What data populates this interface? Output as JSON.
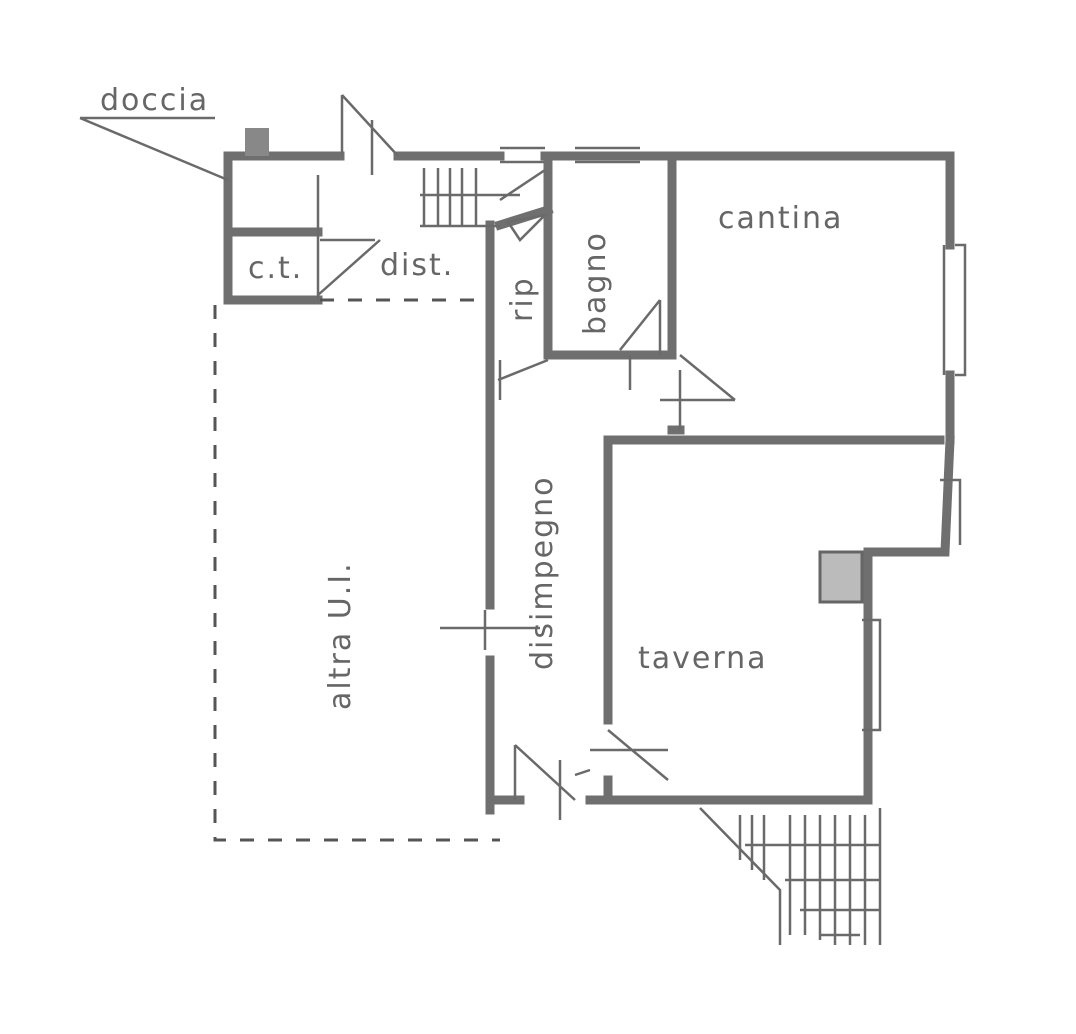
{
  "rooms": {
    "doccia": "doccia",
    "ct": "c.t.",
    "dist": "dist.",
    "rip": "rip",
    "bagno": "bagno",
    "cantina": "cantina",
    "disimpegno": "disimpegno",
    "altra": "altra U.I.",
    "taverna": "taverna"
  },
  "colors": {
    "ink": "#6f6f6f",
    "background": "#ffffff"
  }
}
